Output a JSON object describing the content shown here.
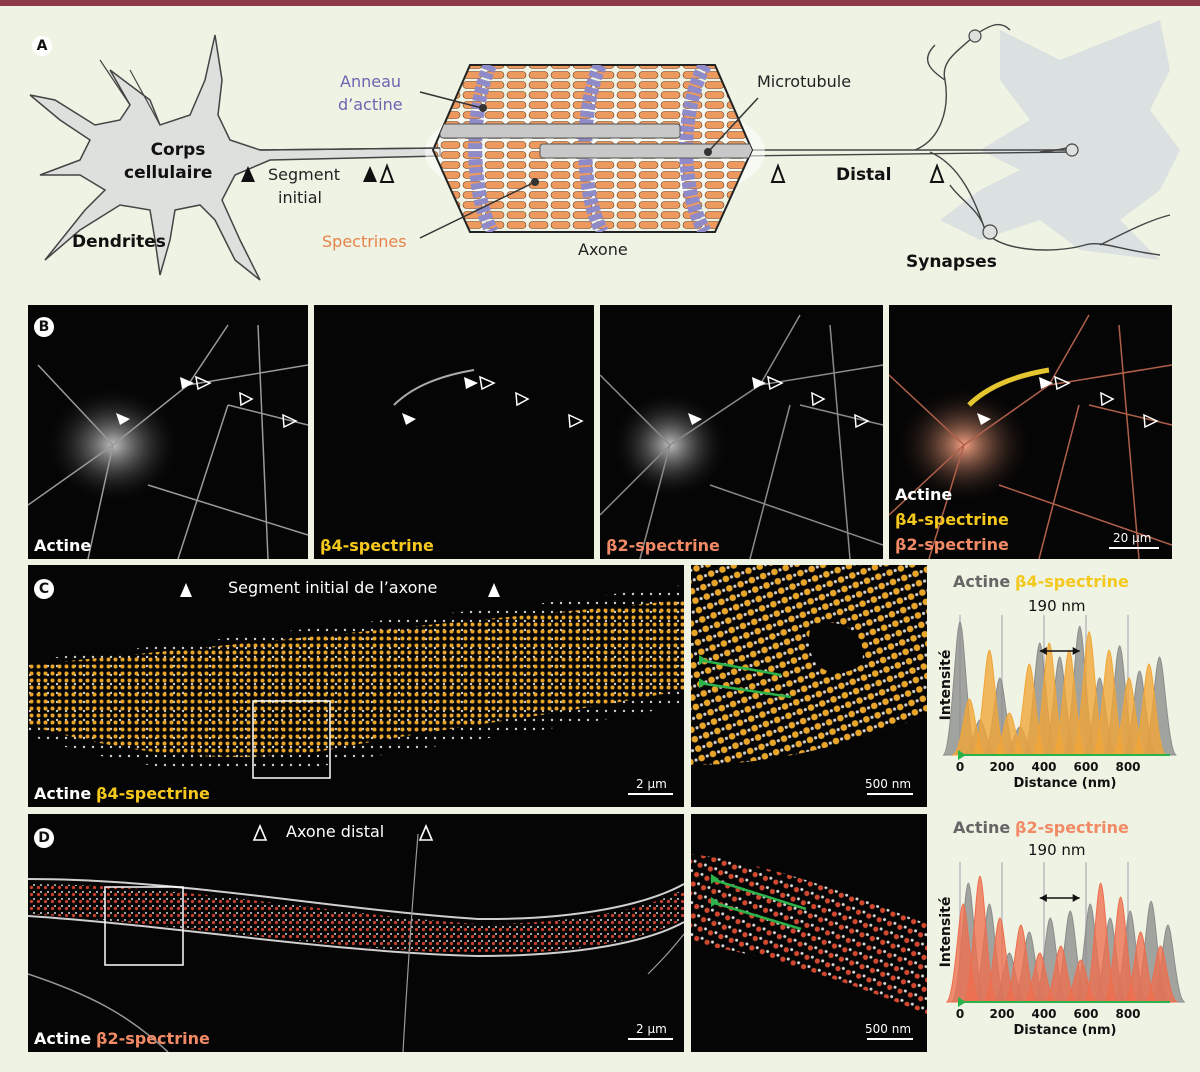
{
  "panels": {
    "a": "A",
    "b": "B",
    "c": "C",
    "d": "D"
  },
  "panel_a": {
    "corps_line1": "Corps",
    "corps_line2": "cellulaire",
    "dendrites": "Dendrites",
    "segment_line1": "Segment",
    "segment_line2": "initial",
    "anneau_line1": "Anneau",
    "anneau_line2": "d’actine",
    "spectrines": "Spectrines",
    "axone": "Axone",
    "microtubule": "Microtubule",
    "distal": "Distal",
    "synapses": "Synapses"
  },
  "panel_b": {
    "actine": "Actine",
    "b4": "β4-spectrine",
    "b2": "β2-spectrine",
    "merge_actine": "Actine",
    "merge_b4": "β4-spectrine",
    "merge_b2": "β2-spectrine",
    "scale": "20 μm"
  },
  "panel_c": {
    "title": "Segment initial de l’axone",
    "label_actine": "Actine",
    "label_b4": "β4-spectrine",
    "scale_main": "2 μm",
    "scale_zoom": "500 nm",
    "plot_actine": "Actine",
    "plot_b4": "β4-spectrine",
    "spacing": "190 nm",
    "ylabel": "Intensité",
    "xlabel": "Distance (nm)",
    "ticks": [
      "0",
      "200",
      "400",
      "600",
      "800"
    ]
  },
  "panel_d": {
    "title": "Axone distal",
    "label_actine": "Actine",
    "label_b2": "β2-spectrine",
    "scale_main": "2 μm",
    "scale_zoom": "500 nm",
    "plot_actine": "Actine",
    "plot_b2": "β2-spectrine",
    "spacing": "190 nm",
    "ylabel": "Intensité",
    "xlabel": "Distance (nm)",
    "ticks": [
      "0",
      "200",
      "400",
      "600",
      "800"
    ]
  },
  "colors": {
    "accent_bar": "#8e3a48",
    "background": "#eef3e4",
    "actin_ring": "#8f8ac8",
    "spectrin": "#ee9a5e",
    "b4_yellow": "#f4c81c",
    "b2_orange": "#f28a66",
    "actin_gray": "#8c8c8c"
  },
  "chart_data": [
    {
      "type": "area",
      "xlabel": "Distance (nm)",
      "ylabel": "Intensité",
      "xlim": [
        0,
        1000
      ],
      "series": [
        {
          "name": "Actine",
          "x": [
            0,
            95,
            190,
            285,
            380,
            475,
            570,
            665,
            760,
            855,
            950
          ],
          "y": [
            0.95,
            0.25,
            0.55,
            0.2,
            0.8,
            0.7,
            0.92,
            0.55,
            0.78,
            0.6,
            0.7
          ]
        },
        {
          "name": "β4-spectrine",
          "x": [
            45,
            140,
            235,
            330,
            425,
            520,
            615,
            710,
            805,
            900
          ],
          "y": [
            0.4,
            0.75,
            0.3,
            0.65,
            0.8,
            0.75,
            0.88,
            0.75,
            0.55,
            0.65
          ]
        }
      ],
      "annotation": "190 nm"
    },
    {
      "type": "area",
      "xlabel": "Distance (nm)",
      "ylabel": "Intensité",
      "xlim": [
        0,
        1000
      ],
      "series": [
        {
          "name": "Actine",
          "x": [
            40,
            140,
            235,
            330,
            430,
            525,
            620,
            715,
            810,
            910,
            990
          ],
          "y": [
            0.85,
            0.7,
            0.35,
            0.5,
            0.6,
            0.65,
            0.7,
            0.6,
            0.65,
            0.72,
            0.55
          ]
        },
        {
          "name": "β2-spectrine",
          "x": [
            15,
            95,
            190,
            290,
            380,
            480,
            575,
            670,
            765,
            860,
            955
          ],
          "y": [
            0.7,
            0.9,
            0.6,
            0.55,
            0.35,
            0.4,
            0.3,
            0.85,
            0.75,
            0.5,
            0.4
          ]
        }
      ],
      "annotation": "190 nm"
    }
  ]
}
